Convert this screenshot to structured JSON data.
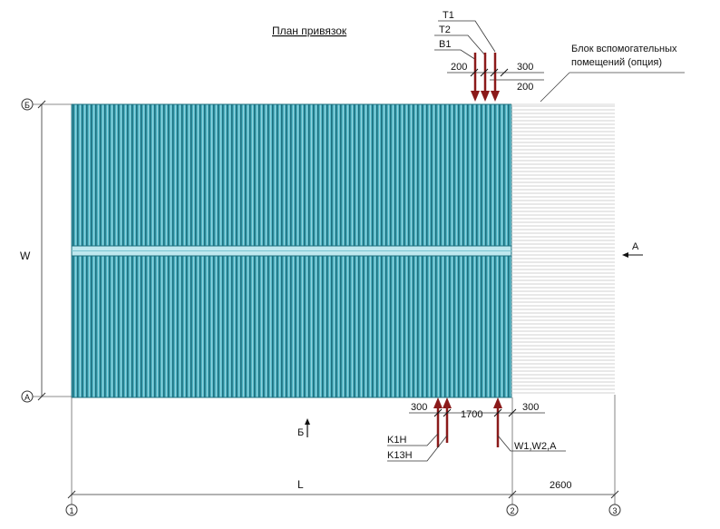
{
  "title": "План привязок",
  "annex_label_line1": "Блок вспомогательных",
  "annex_label_line2": "помещений (опция)",
  "axes": {
    "row_top": "Б",
    "row_bottom": "А",
    "col_1": "1",
    "col_2": "2",
    "col_3": "3"
  },
  "dims": {
    "width": "W",
    "length": "L",
    "annex_length": "2600",
    "top_left": "200",
    "top_right_upper": "300",
    "top_right_lower": "200",
    "bottom_left": "300",
    "bottom_mid": "1700",
    "bottom_right": "300"
  },
  "inlets_top": [
    "T1",
    "T2",
    "B1"
  ],
  "outlets_bottom": [
    "K1H",
    "K13H"
  ],
  "outlet_right": "W1,W2,A",
  "views": {
    "side": "A",
    "front": "Б"
  },
  "colors": {
    "building_fill": "#3fa7b7",
    "building_stripe": "#1d6f7e",
    "ridge": "#bfe8ef",
    "pipe": "#8b1a1a"
  }
}
